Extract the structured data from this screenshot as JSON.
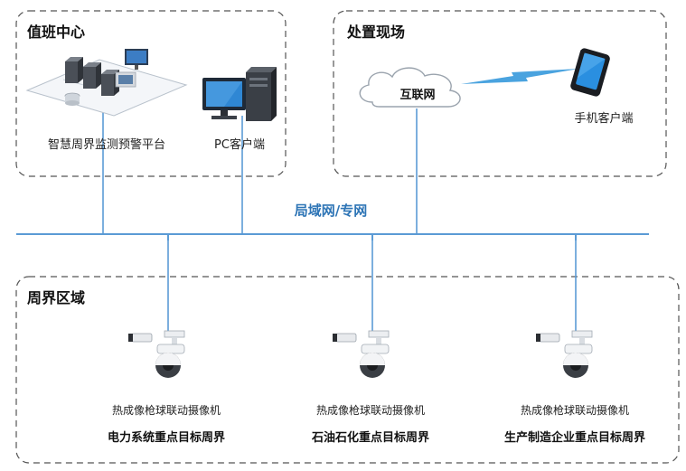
{
  "colors": {
    "link_line": "#5b9bd5",
    "region_border": "#555555",
    "network_label": "#2e75b6",
    "lightning": "#4aa3df"
  },
  "regions": {
    "duty_center": {
      "title": "值班中心",
      "platform_label": "智慧周界监测预警平台",
      "pc_label": "PC客户端"
    },
    "field": {
      "title": "处置现场",
      "cloud_label": "互联网",
      "phone_label": "手机客户端"
    },
    "perimeter": {
      "title": "周界区域",
      "cameras": [
        {
          "device": "热成像枪球联动摄像机",
          "site": "电力系统重点目标周界"
        },
        {
          "device": "热成像枪球联动摄像机",
          "site": "石油石化重点目标周界"
        },
        {
          "device": "热成像枪球联动摄像机",
          "site": "生产制造企业重点目标周界"
        }
      ]
    }
  },
  "network": {
    "label": "局域网/专网"
  },
  "icons": [
    "server-cluster-icon",
    "pc-icon",
    "cloud-icon",
    "lightning-link-icon",
    "smartphone-icon",
    "thermal-ptz-camera-icon"
  ]
}
